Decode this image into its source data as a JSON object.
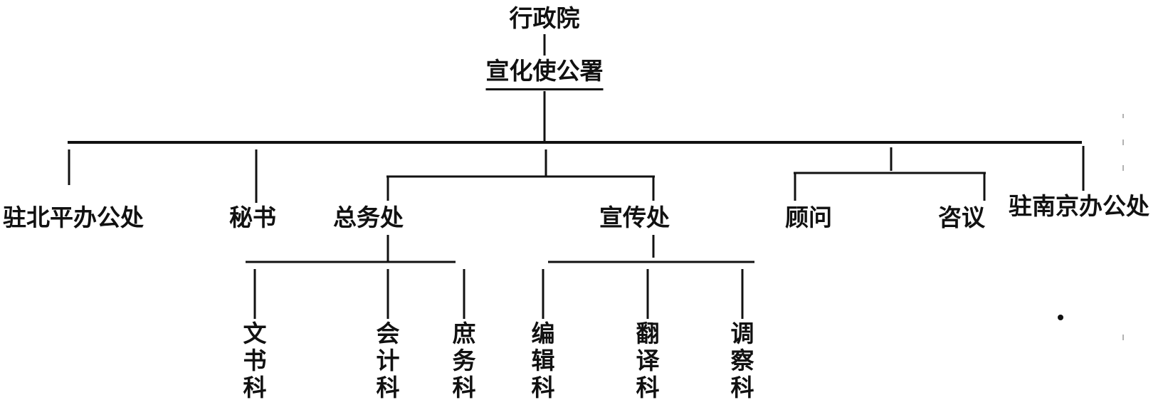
{
  "diagram": {
    "root": "行政院",
    "office": "宣化使公署",
    "departments": {
      "beiping": "驻北平办公处",
      "secretary": "秘书",
      "general_affairs": "总务处",
      "propaganda": "宣传处",
      "advisor": "顾问",
      "counselor": "咨议",
      "nanjing": "驻南京办公处"
    },
    "sections": {
      "documents": "文书科",
      "accounting": "会计科",
      "general_services": "庶务科",
      "editing": "编辑科",
      "translation": "翻译科",
      "investigation": "调察科"
    }
  }
}
